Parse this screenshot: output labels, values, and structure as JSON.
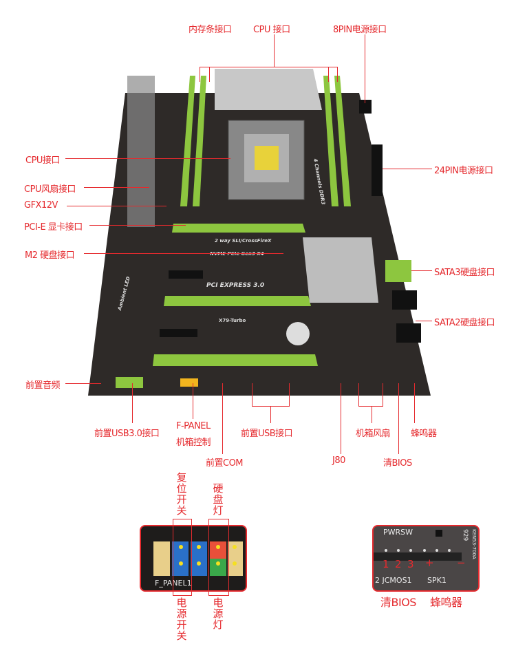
{
  "labels": {
    "ram_slot": "内存条接口",
    "cpu_socket_top": "CPU 接口",
    "pin8_power": "8PIN电源接口",
    "cpu_socket_left": "CPU接口",
    "cpu_fan": "CPU风扇接口",
    "gfx12v": "GFX12V",
    "pcie_gpu": "PCI-E 显卡接口",
    "m2": "M2 硬盘接口",
    "pin24_power": "24PIN电源接口",
    "sata3": "SATA3硬盘接口",
    "sata2": "SATA2硬盘接口",
    "front_audio": "前置音频",
    "front_usb3": "前置USB3.0接口",
    "fpanel_line1": "F-PANEL",
    "fpanel_line2": "机箱控制",
    "front_com": "前置COM",
    "front_usb": "前置USB接口",
    "j80": "J80",
    "case_fan": "机箱风扇",
    "clear_bios": "清BIOS",
    "buzzer": "蜂鸣器"
  },
  "board_silkscreen": {
    "sli": "2 way SLI/CrossFireX",
    "nvme": "NVME PCIe Gen3 X4",
    "pci_express": "PCI EXPRESS 3.0",
    "ambient": "Ambient LED",
    "model": "X79-Turbo",
    "ddr": "4 Channels DDR3"
  },
  "fpanel_inset": {
    "reset_switch": "复位开关",
    "hdd_led": "硬盘灯",
    "power_switch": "电源开关",
    "power_led": "电源灯",
    "silk": "F_PANEL1"
  },
  "bios_inset": {
    "pwrsw": "PWRSW",
    "pin1": "1",
    "pin2": "2",
    "pin3": "3",
    "plus": "+",
    "minus": "−",
    "jcmos": "2 JCMOS1",
    "spk": "SPK1",
    "code": "KEN53-700A",
    "num": "929",
    "clear_bios": "清BIOS",
    "buzzer": "蜂鸣器"
  },
  "colors": {
    "accent": "#e52a2e",
    "board": "#2e2a28",
    "slot_green": "#8dc63f"
  }
}
